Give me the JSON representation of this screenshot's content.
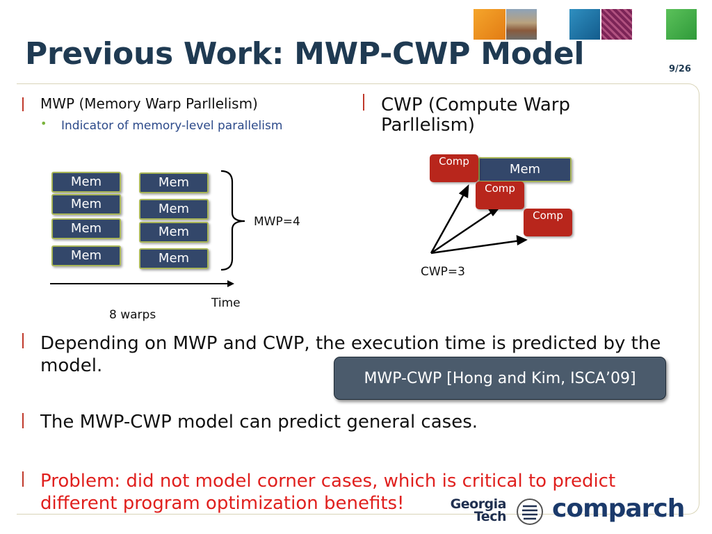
{
  "slide": {
    "title": "Previous Work: MWP-CWP Model",
    "page_number": "9/26"
  },
  "mwp_section": {
    "heading": "MWP (Memory Warp Parllelism)",
    "sub_bullet": "Indicator of memory-level parallelism",
    "left_column_blocks": [
      "Mem",
      "Mem",
      "Mem",
      "Mem"
    ],
    "right_column_blocks": [
      "Mem",
      "Mem",
      "Mem",
      "Mem"
    ],
    "mwp_label": "MWP=4",
    "time_label": "Time",
    "warps_label": "8 warps"
  },
  "cwp_section": {
    "heading": "CWP (Compute Warp Parllelism)",
    "mem_block": "Mem",
    "comp_blocks": [
      "Comp",
      "Comp",
      "Comp"
    ],
    "cwp_label": "CWP=3"
  },
  "bullets": {
    "execution_time": "Depending on MWP and CWP, the execution time is predicted by the model.",
    "general_cases": "The MWP-CWP model can predict general cases.",
    "problem": "Problem: did not model corner cases, which is critical to predict different program optimization benefits!"
  },
  "reference_box": "MWP-CWP [Hong and Kim, ISCA’09]",
  "logos": {
    "georgia_tech": "Georgia Tech",
    "comparch": "comparch"
  },
  "colors": {
    "title": "#1f3a52",
    "bullet_bar": "#c0392b",
    "problem_text": "#e0201e",
    "mem_block": "#33476a",
    "comp_block": "#b8261c",
    "sub_bullet": "#2c4a8a"
  }
}
